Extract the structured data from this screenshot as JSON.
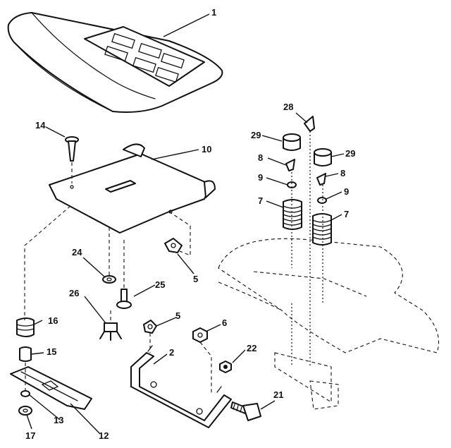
{
  "diagram": {
    "type": "exploded-parts-diagram",
    "callouts": {
      "c1": "1",
      "c2": "2",
      "c5a": "5",
      "c5b": "5",
      "c6": "6",
      "c7a": "7",
      "c7b": "7",
      "c8a": "8",
      "c8b": "8",
      "c9a": "9",
      "c9b": "9",
      "c10": "10",
      "c12": "12",
      "c13": "13",
      "c14": "14",
      "c15": "15",
      "c16": "16",
      "c17": "17",
      "c21": "21",
      "c22": "22",
      "c24": "24",
      "c25": "25",
      "c26": "26",
      "c28": "28",
      "c29a": "29",
      "c29b": "29"
    },
    "colors": {
      "ink": "#111111",
      "paper": "#ffffff"
    }
  }
}
